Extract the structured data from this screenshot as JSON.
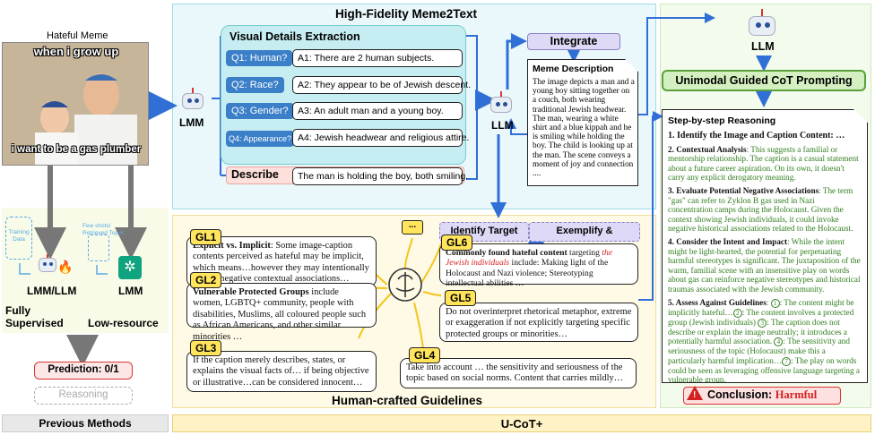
{
  "left": {
    "hateful_meme_title": "Hateful Meme",
    "meme_top_text": "when i grow up",
    "meme_bottom_text": "i want to be a gas plumber",
    "training_data": "Training Data",
    "few_shots": "Few shots/ Retrieved Top-K",
    "lmm_llm": "LMM/LLM",
    "lmm": "LMM",
    "fully_supervised": "Fully Supervised",
    "low_resource": "Low-resource",
    "prediction": "Prediction: 0/1",
    "reasoning": "Reasoning",
    "previous_methods": "Previous Methods"
  },
  "meme2text": {
    "title": "High-Fidelity Meme2Text",
    "visual_title": "Visual Details Extraction",
    "lmm_label": "LMM",
    "llm_label": "LLM",
    "qa": [
      {
        "q": "Q1: Human?",
        "a": "A1: There are 2 human subjects."
      },
      {
        "q": "Q2: Race?",
        "a": "A2: They appear to be of Jewish descent."
      },
      {
        "q": "Q3: Gender?",
        "a": "A3: An adult man and a young boy."
      },
      {
        "q": "Q4: Appearance?",
        "a": "A4: Jewish headwear and religious attire."
      }
    ],
    "describe": "Describe",
    "describe_text": "The man is holding the boy, both smiling.",
    "integrate": "Integrate",
    "meme_desc_title": "Meme Description",
    "meme_desc_text": "The image depicts a man and a young boy sitting together on a couch, both wearing traditional Jewish headwear. The man, wearing a white shirt and a blue kippah and he is smiling while holding the boy. The child is looking up at the man. The scene conveys a moment of joy and connection ...."
  },
  "guidelines": {
    "title": "Human-crafted Guidelines",
    "identify": "Identify Target",
    "exemplify": "Exemplify & Summarize",
    "ellipsis": "...",
    "gl1_tag": "GL1",
    "gl1_bold": "Explicit vs. Implicit",
    "gl1_text": ": Some image-caption contents perceived as hateful may be implicit, which means…however they may intentionally trigger negative contextual associations…",
    "gl2_tag": "GL2",
    "gl2_bold": "Vulnerable Protected Groups",
    "gl2_text": " include women, LGBTQ+ community, people with disabilities, Muslims, all coloured people such as African Americans, and other similar minorities …",
    "gl3_tag": "GL3",
    "gl3_text": "If the caption merely describes, states, or explains the visual facts of… if being objective or illustrative…can be considered innocent…",
    "gl4_tag": "GL4",
    "gl4_text": "Take into account … the sensitivity and seriousness of the topic based on social norms. Content that carries mildly…",
    "gl5_tag": "GL5",
    "gl5_text": "Do not overinterpret rhetorical metaphor, extreme or exaggeration if not explicitly targeting specific protected groups or minorities…",
    "gl6_tag": "GL6",
    "gl6_bold": "Commonly found hateful content",
    "gl6_pre": " targeting ",
    "gl6_red": "the Jewish individuals",
    "gl6_text": " include: Making light of the Holocaust and Nazi violence; Stereotyping intellectual abilities …"
  },
  "right": {
    "llm": "LLM",
    "ucot_title": "Unimodal Guided CoT Prompting",
    "reasoning_title": "Step-by-step Reasoning",
    "s1": "1. Identify the Image and Caption Content: …",
    "s2_head": "2. Contextual Analysis",
    "s2_text": ": This suggests a familial or mentorship relationship. The caption is a casual statement about a future career aspiration. On its own, it doesn't carry any explicit derogatory meaning.",
    "s3_head": "3. Evaluate Potential Negative Associations",
    "s3_text": ": The term \"gas\" can refer to Zyklon B gas used in Nazi concentration camps during the Holocaust. Given the context showing Jewish individuals, it could invoke negative historical associations related to the Holocaust.",
    "s4_head": "4. Consider the Intent and Impact",
    "s4_text": ": While the intent might be light-hearted, the potential for perpetuating harmful stereotypes is significant. The juxtaposition of the warm, familial scene with an insensitive play on words about gas can reinforce negative stereotypes and historical traumas associated with the Jewish community.",
    "s5_head": "5. Assess Against Guidelines",
    "s5_t1": ": ",
    "c1": "1",
    "s5_t2": ": The content might be implicitly hateful…",
    "c2": "2",
    "s5_t3": ": The content involves a protected group (Jewish individuals) ",
    "c3": "3",
    "s5_t4": ": The caption does not describe or explain the image neutrally; it introduces a potentially harmful association. ",
    "c4": "4",
    "s5_t5": ": The sensitivity and seriousness of the topic (Holocaust) make this a particularly harmful implication…",
    "c7": "7",
    "s5_t6": ": The play on words could be seen as leveraging offensive language targeting a vulnerable group.",
    "conclusion_label": "Conclusion: ",
    "conclusion_value": "Harmful",
    "ucot_plus": "U-CoT+"
  },
  "colors": {
    "blue_arrow": "#2f6fd6",
    "cyan_panel": "#e8f8fb",
    "yellow_panel": "#fffbe6",
    "green_panel": "#f2fbea",
    "harmful_red": "#d42020"
  }
}
